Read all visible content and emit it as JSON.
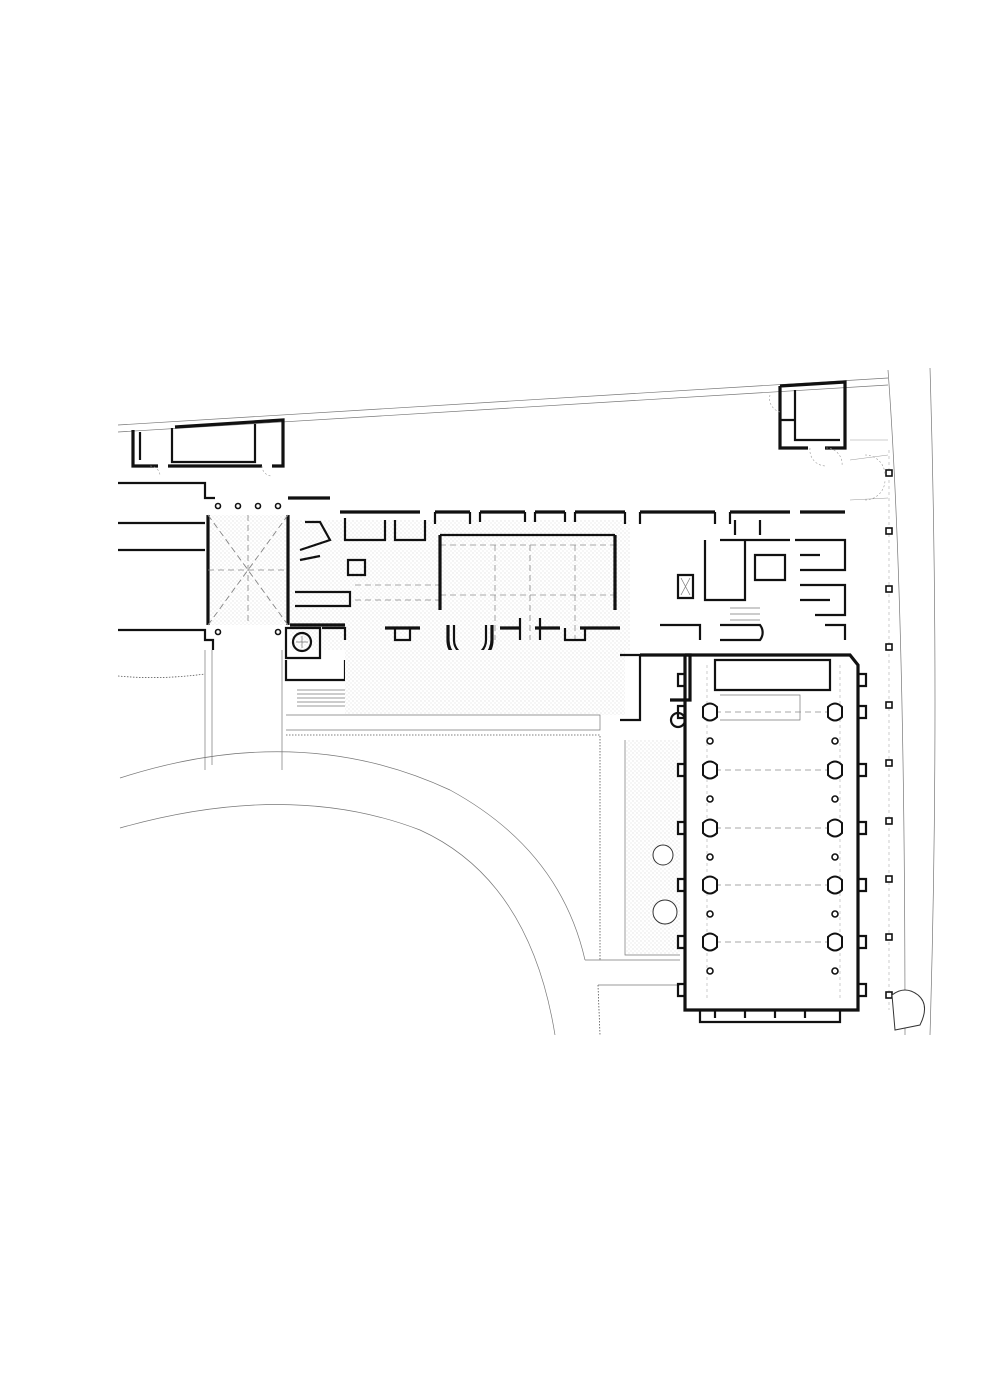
{
  "drawing": {
    "kind": "architectural floor plan",
    "colors": {
      "line": "#111111",
      "secondary_line": "#777777",
      "dashed": "#8a8a8a",
      "paper": "#ffffff"
    },
    "elements": [
      "north-outbuilding-left",
      "north-outbuilding-right",
      "main-range",
      "vaulted-entrance-bay",
      "apse",
      "south-wing",
      "nave-piers",
      "boundary-fence",
      "curved-drive",
      "courtyard-lawn"
    ],
    "labels": []
  }
}
